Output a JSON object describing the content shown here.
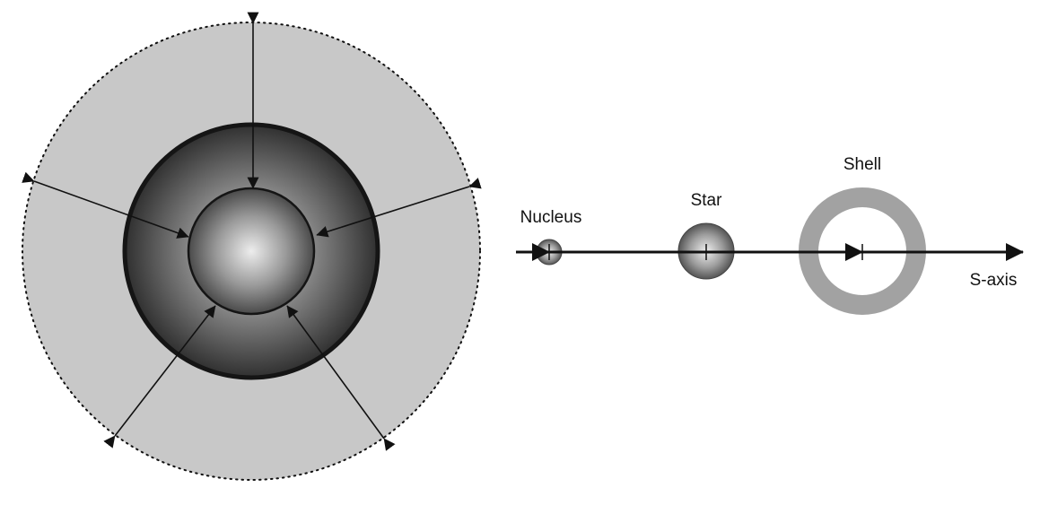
{
  "labels": {
    "nucleus": "Nucleus",
    "star": "Star",
    "shell": "Shell",
    "axis": "S-axis"
  },
  "colors": {
    "outer_region": "#c8c8c8",
    "shell_ring": "#a2a2a2",
    "line": "#111111"
  }
}
